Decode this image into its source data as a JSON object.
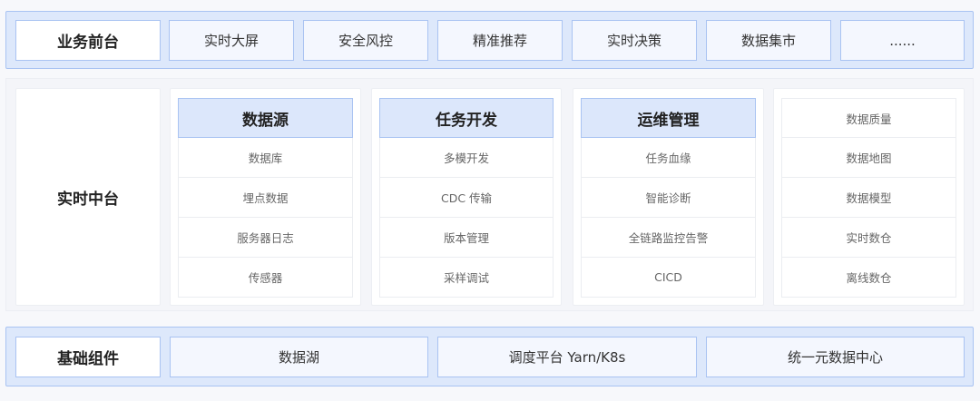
{
  "top": {
    "title": "业务前台",
    "items": [
      "实时大屏",
      "安全风控",
      "精准推荐",
      "实时决策",
      "数据集市",
      "......"
    ]
  },
  "middle": {
    "title": "实时中台",
    "columns": [
      {
        "header": "数据源",
        "items": [
          "数据库",
          "埋点数据",
          "服务器日志",
          "传感器"
        ]
      },
      {
        "header": "任务开发",
        "items": [
          "多模开发",
          "CDC 传输",
          "版本管理",
          "采样调试"
        ]
      },
      {
        "header": "运维管理",
        "items": [
          "任务血缘",
          "智能诊断",
          "全链路监控告警",
          "CICD"
        ]
      },
      {
        "items": [
          "数据质量",
          "数据地图",
          "数据模型",
          "实时数仓",
          "离线数仓"
        ]
      }
    ]
  },
  "bottom": {
    "title": "基础组件",
    "items": [
      "数据湖",
      "调度平台 Yarn/K8s",
      "统一元数据中心"
    ]
  }
}
